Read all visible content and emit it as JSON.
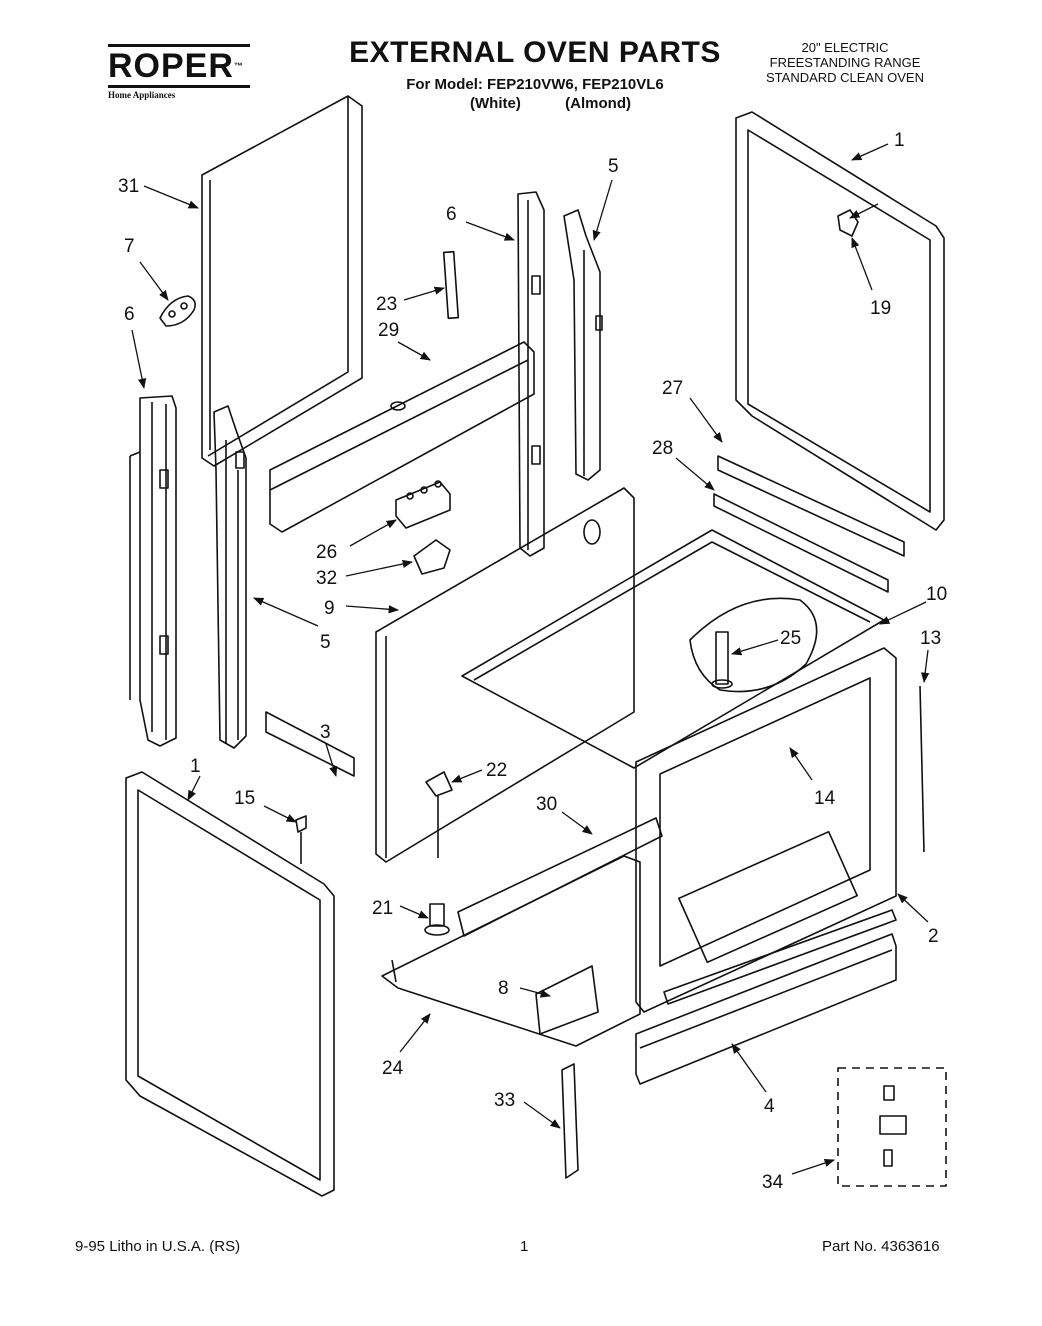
{
  "header": {
    "brand": "ROPER",
    "brand_mark": "™",
    "brand_sub": "Home Appliances",
    "title": "EXTERNAL OVEN PARTS",
    "model_line": "For Model: FEP210VW6, FEP210VL6",
    "variant_1": "(White)",
    "variant_2": "(Almond)",
    "description": [
      "20\" ELECTRIC",
      "FREESTANDING RANGE",
      "STANDARD CLEAN OVEN"
    ]
  },
  "callouts": [
    "31",
    "7",
    "6",
    "6",
    "23",
    "29",
    "5",
    "5",
    "26",
    "32",
    "9",
    "1",
    "19",
    "27",
    "28",
    "10",
    "25",
    "13",
    "3",
    "22",
    "1",
    "15",
    "30",
    "14",
    "21",
    "2",
    "8",
    "24",
    "4",
    "33",
    "34"
  ],
  "footer": {
    "left": "9-95  Litho in U.S.A. (RS)",
    "page": "1",
    "right": "Part No. 4363616"
  }
}
